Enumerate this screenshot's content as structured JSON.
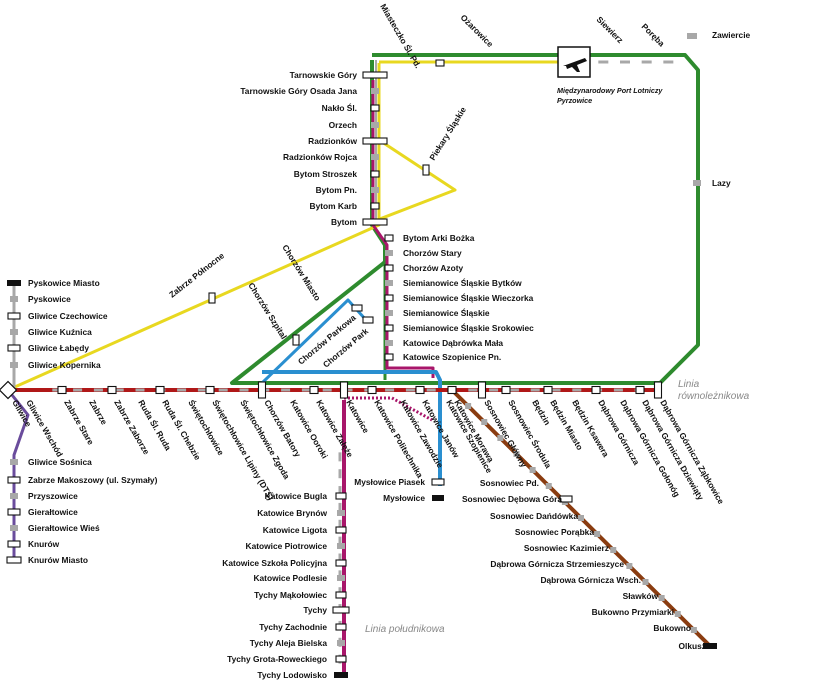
{
  "colors": {
    "green": "#2e8b2e",
    "yellow": "#e8d820",
    "magenta": "#a8166a",
    "red": "#b01818",
    "blue": "#2a8fd0",
    "brown": "#8a3c10",
    "purple": "#6a4c9c",
    "track": "#a8a8a8",
    "station_fill": "#ffffff",
    "station_stroke": "#111111"
  },
  "icons": {
    "airport": "airplane-icon"
  },
  "airport": {
    "caption_line1": "Międzynarodowy Port Lotniczy",
    "caption_line2": "Pyrzowice"
  },
  "notes": {
    "rownoleznikowa_line1": "Linia",
    "rownoleznikowa_line2": "równoleżnikowa",
    "poludnikowa": "Linia południkowa"
  },
  "stations": {
    "north_right": [
      "Tarnowskie Góry",
      "Tarnowskie Góry Osada Jana",
      "Nakło Śl.",
      "Orzech",
      "Radzionków",
      "Radzionków Rojca",
      "Bytom Stroszek",
      "Bytom Pn.",
      "Bytom Karb",
      "Bytom"
    ],
    "north_top": [
      "Miasteczko Śl. Pd.",
      "Ożarowice",
      "Siewierz",
      "Poręba",
      "Zawiercie",
      "Lazy"
    ],
    "yellow_branch": [
      "Piekary Śląskie",
      "Zabrze Północne",
      "Chorzów Miasto",
      "Chorzów Szpital"
    ],
    "blue_branch": [
      "Chorzów Parkowa",
      "Chorzów Park"
    ],
    "magenta_north": [
      "Bytom Arki Bożka",
      "Chorzów Stary",
      "Chorzów Azoty",
      "Siemianowice Śląskie Bytków",
      "Siemianowice Śląskie Wieczorka",
      "Siemianowice Śląskie",
      "Siemianowice Śląskie Srokowiec",
      "Katowice Dąbrówka Mała",
      "Katowice Szopienice Pn."
    ],
    "west": [
      "Pyskowice Miasto",
      "Pyskowice",
      "Gliwice Czechowice",
      "Gliwice Kuźnica",
      "Gliwice Łabędy",
      "Gliwice Kopernika"
    ],
    "main_line": [
      "Gliwice",
      "Gliwice Wschód",
      "Zabrze Stare",
      "Zabrze",
      "Zabrze Zaborze",
      "Ruda Śl. Ruda",
      "Ruda Śl. Chebzie",
      "Świętochłowice",
      "Świętochłowice Lipiny (DTŚ)",
      "Świętochłowice Zgoda",
      "Chorzów Batory",
      "Katowice Ooroki",
      "Katowice Załęże",
      "Katowice",
      "Katowice Politechnika",
      "Katowice Zawodzie",
      "Katowice Janów",
      "Katowice Szopienice",
      "Katowice Morawa",
      "Sosnowiec Główny",
      "Sosnowiec Środula",
      "Będzin",
      "Będzin Miasto",
      "Będzin Ksawera",
      "Dąbrowa Górnicza",
      "Dąbrowa Górnicza Gołonóg",
      "Dąbrowa Górnicza Dziewiąty",
      "Dąbrowa Górnicza Ząbkowice"
    ],
    "south_west": [
      "Gliwice Sośnica",
      "Zabrze Makoszowy (ul. Szymały)",
      "Przyszowice",
      "Gierałtowice",
      "Gierałtowice Wieś",
      "Knurów",
      "Knurów Miasto"
    ],
    "south": [
      "Katowice Bugla",
      "Katowice Brynów",
      "Katowice Ligota",
      "Katowice Piotrowice",
      "Katowice Szkoła Policyjna",
      "Katowice Podlesie",
      "Tychy Mąkołowiec",
      "Tychy",
      "Tychy Zachodnie",
      "Tychy Aleja Bielska",
      "Tychy Grota-Roweckiego",
      "Tychy Lodowisko"
    ],
    "myslowice": [
      "Mysłowice Piasek",
      "Mysłowice"
    ],
    "east": [
      "Sosnowiec Pd.",
      "Sosnowiec Dębowa Góra",
      "Sosnowiec Dańdówka",
      "Sosnowiec Porąbka",
      "Sosnowiec Kazimierz",
      "Dąbrowa Górnicza Strzemieszyce",
      "Dąbrowa Górnicza Wsch.",
      "Sławków",
      "Bukowno Przymiarki",
      "Bukowno",
      "Olkusz"
    ]
  }
}
